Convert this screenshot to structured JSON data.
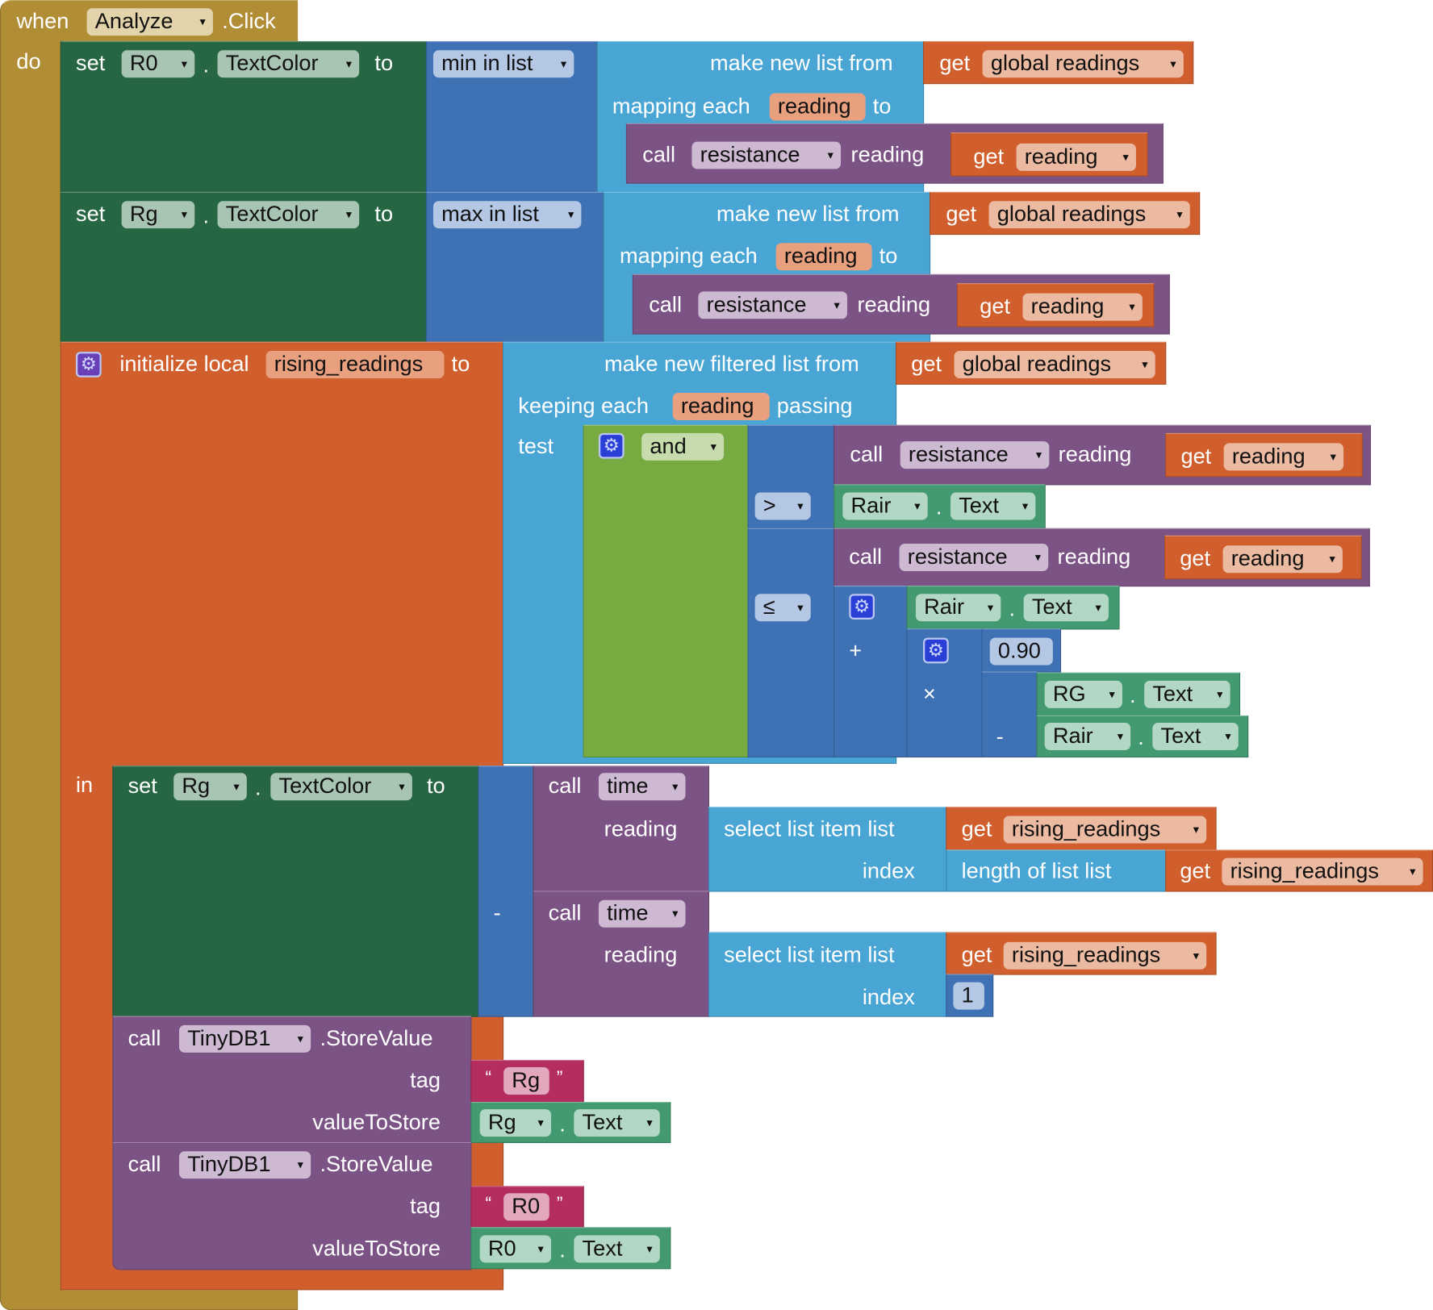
{
  "event": {
    "when": "when",
    "component": "Analyze",
    "click": ".Click",
    "do": "do"
  },
  "set_r0": {
    "set": "set",
    "component": "R0",
    "dot": ".",
    "property": "TextColor",
    "to": "to",
    "fn": "min in list",
    "map": {
      "make": "make new list from",
      "mapping": "mapping each",
      "var": "reading",
      "to": "to",
      "get": "get",
      "list": "global readings",
      "call": "call",
      "proc": "resistance",
      "arg": "reading",
      "get2": "get",
      "var2": "reading"
    }
  },
  "set_rg": {
    "set": "set",
    "component": "Rg",
    "dot": ".",
    "property": "TextColor",
    "to": "to",
    "fn": "max in list",
    "map": {
      "make": "make new list from",
      "mapping": "mapping each",
      "var": "reading",
      "to": "to",
      "get": "get",
      "list": "global readings",
      "call": "call",
      "proc": "resistance",
      "arg": "reading",
      "get2": "get",
      "var2": "reading"
    }
  },
  "init_local": {
    "label": "initialize local",
    "name": "rising_readings",
    "to": "to",
    "in": "in",
    "filter": {
      "make": "make new filtered list from",
      "keeping": "keeping each",
      "var": "reading",
      "passing": "passing",
      "test": "test",
      "get": "get",
      "list": "global readings"
    },
    "and": "and",
    "cmp1": {
      "op": ">",
      "call": "call",
      "proc": "resistance",
      "arg": "reading",
      "get": "get",
      "var": "reading",
      "comp": "Rair",
      "dot": ".",
      "prop": "Text"
    },
    "cmp2": {
      "op": "≤",
      "call": "call",
      "proc": "resistance",
      "arg": "reading",
      "get": "get",
      "var": "reading",
      "plus": "+",
      "comp": "Rair",
      "dot": ".",
      "prop": "Text",
      "times": "×",
      "number": "0.90",
      "minus": "-",
      "comp2": "RG",
      "prop2": "Text",
      "comp3": "Rair",
      "prop3": "Text"
    }
  },
  "set_rg2": {
    "set": "set",
    "component": "Rg",
    "dot": ".",
    "property": "TextColor",
    "to": "to",
    "minus": "-",
    "time1": {
      "call": "call",
      "proc": "time",
      "arg": "reading",
      "select": "select list item  list",
      "index": "index",
      "get": "get",
      "list": "rising_readings",
      "length": "length of list  list",
      "get2": "get",
      "list2": "rising_readings"
    },
    "time2": {
      "call": "call",
      "proc": "time",
      "arg": "reading",
      "select": "select list item  list",
      "index": "index",
      "get": "get",
      "list": "rising_readings",
      "number": "1"
    }
  },
  "store1": {
    "call": "call",
    "component": "TinyDB1",
    "method": ".StoreValue",
    "tag": "tag",
    "value": "valueToStore",
    "open_quote": "“",
    "text": "Rg",
    "close_quote": "”",
    "comp": "Rg",
    "dot": ".",
    "prop": "Text"
  },
  "store2": {
    "call": "call",
    "component": "TinyDB1",
    "method": ".StoreValue",
    "tag": "tag",
    "value": "valueToStore",
    "open_quote": "“",
    "text": "R0",
    "close_quote": "”",
    "comp": "R0",
    "dot": ".",
    "prop": "Text"
  },
  "colors": {
    "event": "#b18e35",
    "setter": "#266643",
    "math": "#3f71b5",
    "lists": "#49a5d4",
    "variables": "#d05f2d",
    "procedures": "#7c5385",
    "logic": "#77ab41",
    "text": "#b32d5e",
    "component": "#439970"
  }
}
